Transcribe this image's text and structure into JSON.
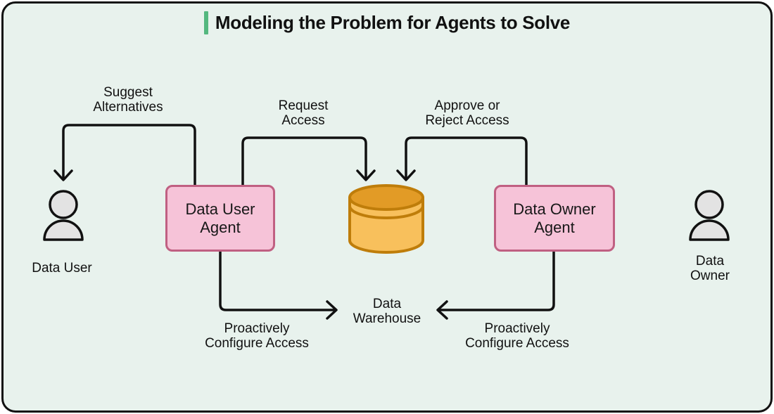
{
  "title": "Modeling the Problem for Agents to Solve",
  "colors": {
    "background": "#e8f2ed",
    "accent_green": "#54b87f",
    "agent_box_fill": "#f6c3d8",
    "agent_box_border": "#c06082",
    "database_body": "#f8c05c",
    "database_top": "#e29b26",
    "database_stroke": "#bf7d0a",
    "arrow": "#111111",
    "person_fill": "#e3e3e3",
    "outer_border": "#111111"
  },
  "actors": {
    "data_user": {
      "label": "Data User"
    },
    "data_owner": {
      "line1": "Data",
      "line2": "Owner"
    }
  },
  "agents": {
    "data_user_agent": {
      "line1": "Data User",
      "line2": "Agent"
    },
    "data_owner_agent": {
      "line1": "Data Owner",
      "line2": "Agent"
    }
  },
  "datastore": {
    "line1": "Data",
    "line2": "Warehouse"
  },
  "edges": {
    "suggest_alternatives": {
      "line1": "Suggest",
      "line2": "Alternatives"
    },
    "request_access": {
      "line1": "Request",
      "line2": "Access"
    },
    "approve_reject_access": {
      "line1": "Approve or",
      "line2": "Reject Access"
    },
    "configure_access_left": {
      "line1": "Proactively",
      "line2": "Configure Access"
    },
    "configure_access_right": {
      "line1": "Proactively",
      "line2": "Configure Access"
    }
  }
}
